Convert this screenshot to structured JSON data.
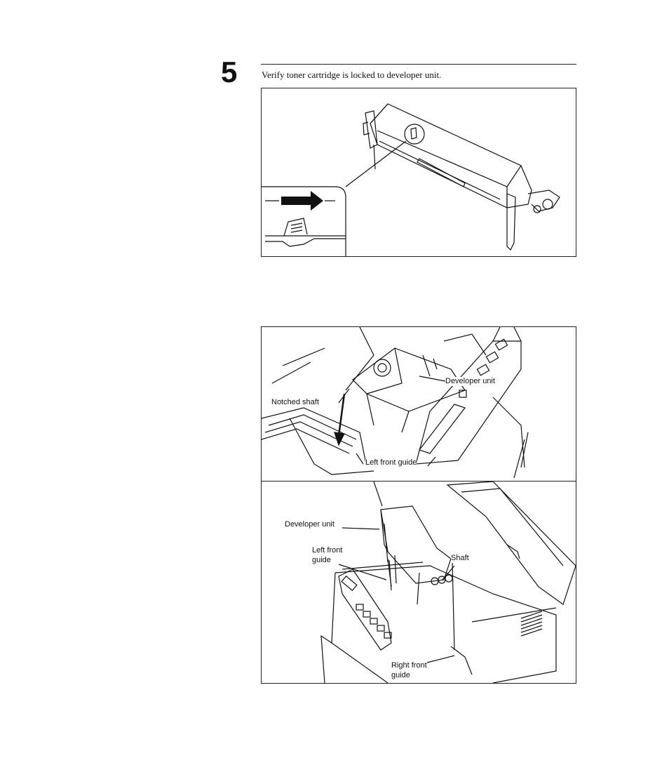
{
  "step": {
    "number": "5",
    "instruction": "Verify toner cartridge is locked to developer unit."
  },
  "figure_top": {
    "description_icon": "toner-lock-detail-illustration"
  },
  "figure_middle": {
    "labels": {
      "developer_unit": "Developer unit",
      "notched_shaft": "Notched shaft",
      "left_front_guide": "Left front guide"
    }
  },
  "figure_bottom": {
    "labels": {
      "developer_unit": "Developer unit",
      "left_front_line1": "Left front",
      "left_front_line2": "guide",
      "shaft": "Shaft",
      "right_front_line1": "Right front",
      "right_front_line2": "guide"
    }
  }
}
